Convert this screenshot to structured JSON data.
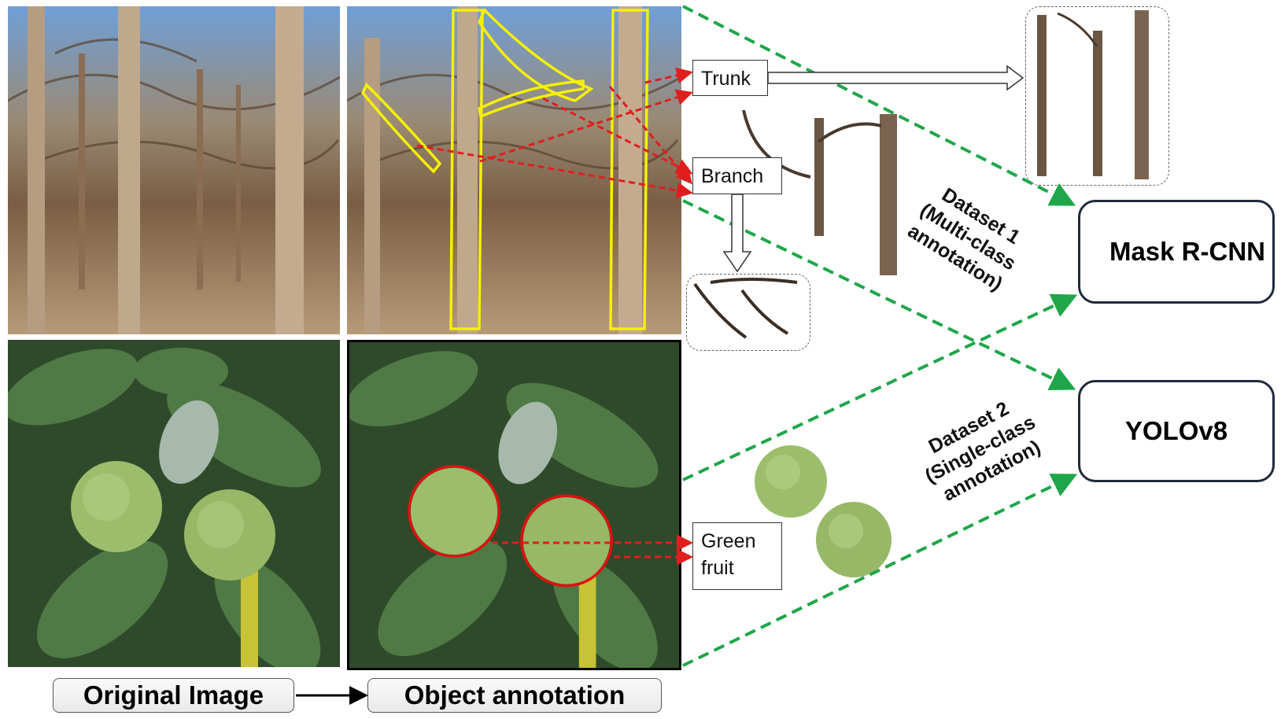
{
  "labels": {
    "trunk": "Trunk",
    "branch": "Branch",
    "green_fruit_line1": "Green",
    "green_fruit_line2": "fruit"
  },
  "datasets": {
    "dataset1": {
      "title": "Dataset 1",
      "line2": "(Multi-class",
      "line3": "annotation)"
    },
    "dataset2": {
      "title": "Dataset 2",
      "line2": "(Single-class",
      "line3": "annotation)"
    }
  },
  "models": {
    "mask_rcnn": "Mask R-CNN",
    "yolo": "YOLOv8"
  },
  "captions": {
    "original": "Original Image",
    "annotation": "Object annotation"
  },
  "colors": {
    "green_arrow": "#1fa64a",
    "red_arrow": "#e01e1e",
    "trunk_outline": "#f5f000",
    "fruit_outline": "#e01010"
  }
}
